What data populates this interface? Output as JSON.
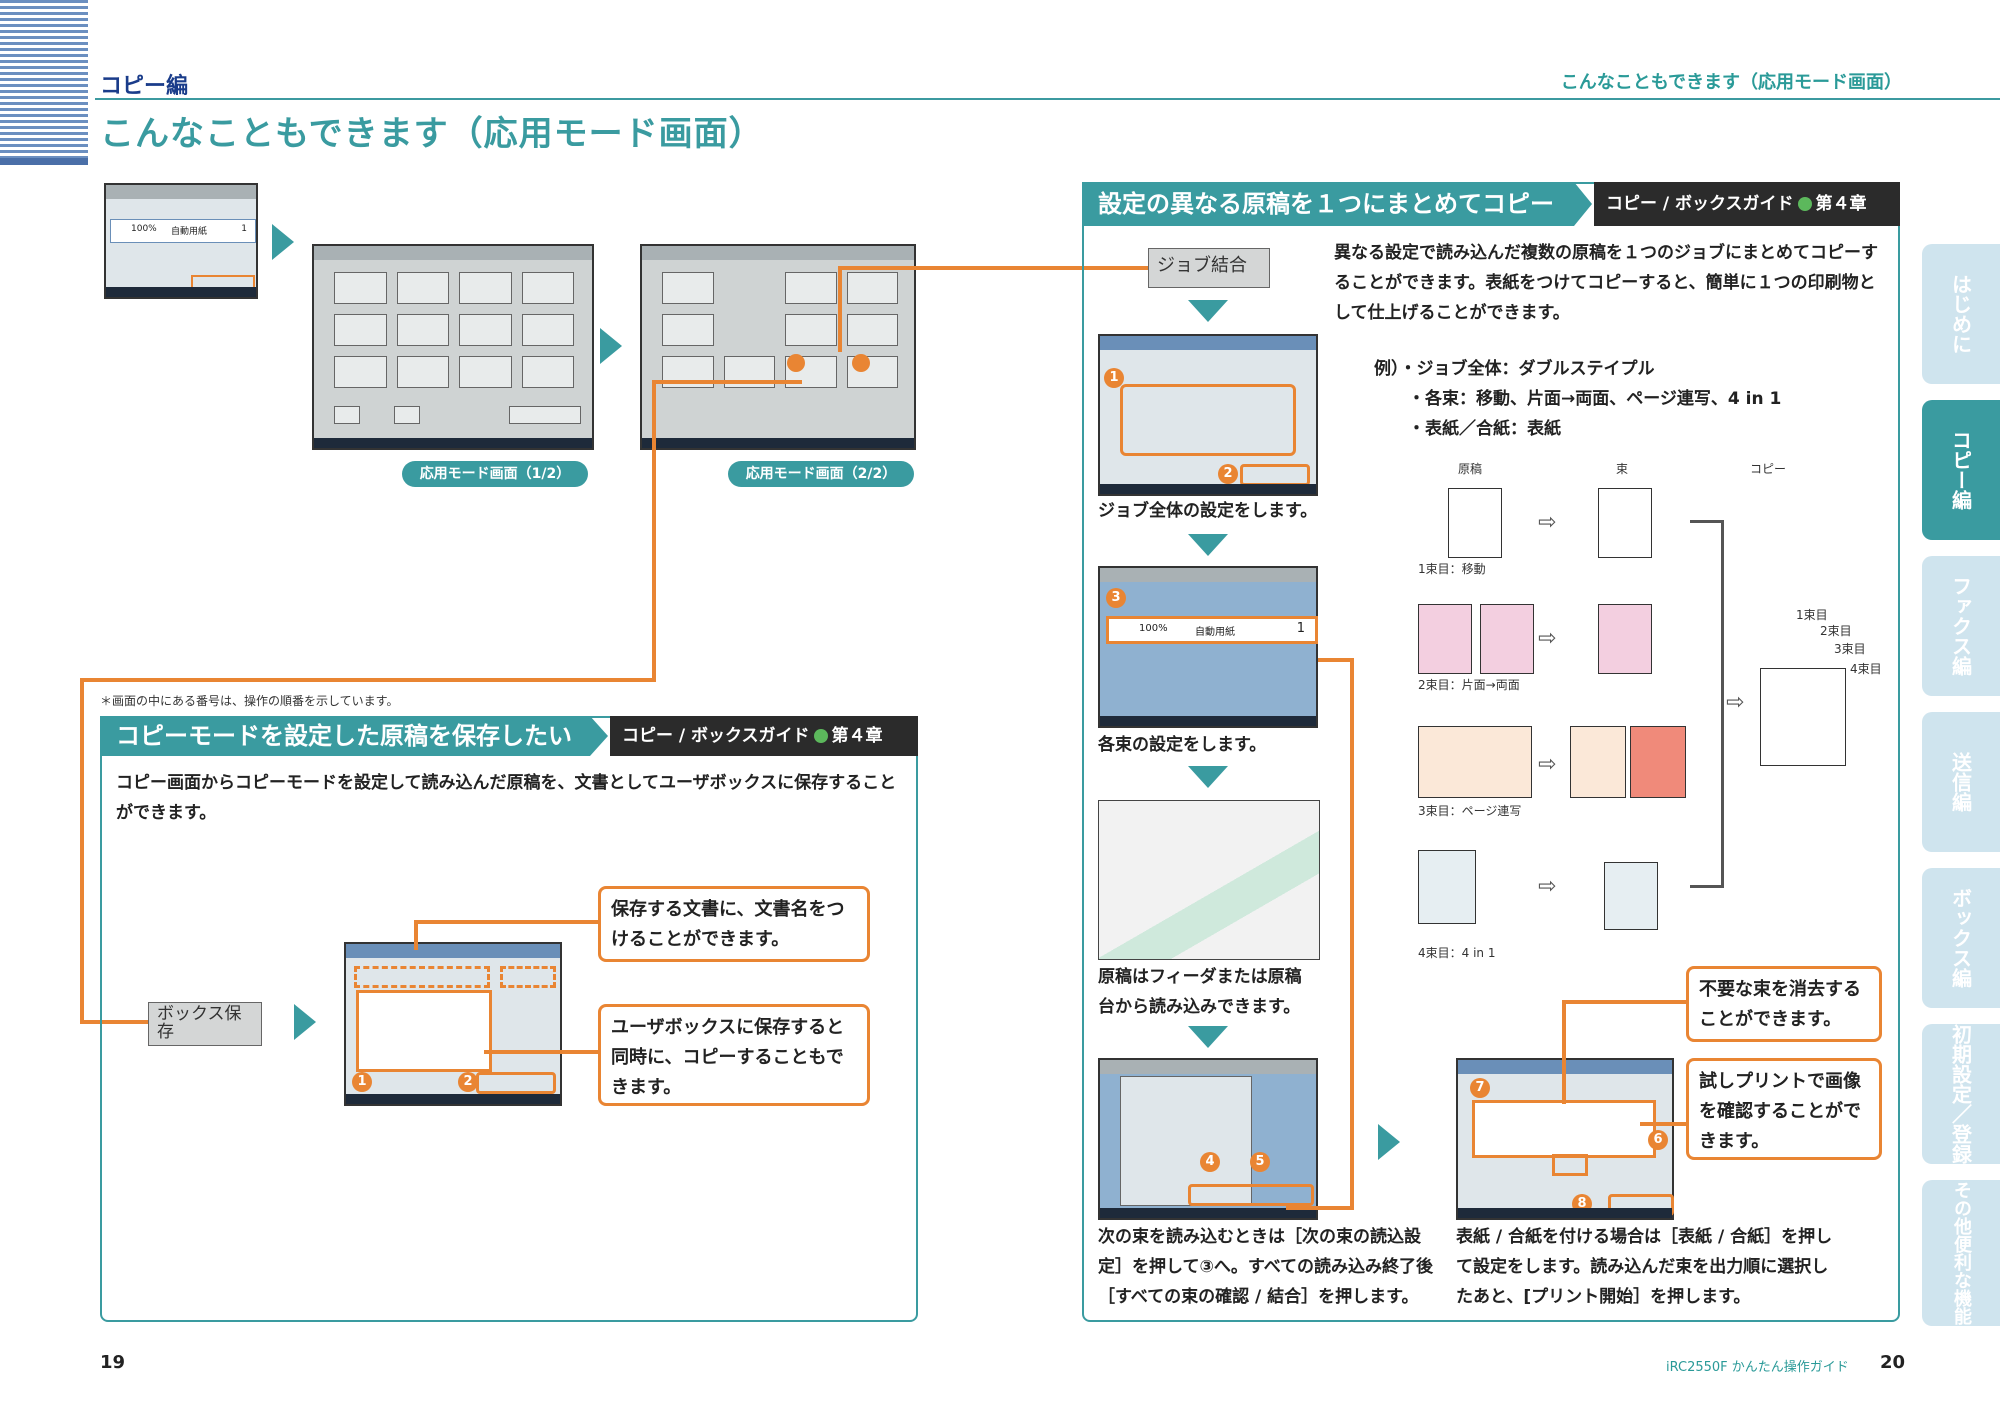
{
  "header": {
    "section_left": "コピー編",
    "section_right": "こんなこともできます（応用モード画面）",
    "page_title": "こんなこともできます（応用モード画面）"
  },
  "top_flow": {
    "screen1_magnification": "100%",
    "screen1_paper": "自動用紙",
    "screen1_copies": "1",
    "screen2_label": "応用モード画面（1/2）",
    "screen3_label": "応用モード画面（2/2）"
  },
  "note": "＊画面の中にある番号は、操作の順番を示しています。",
  "left_section": {
    "title": "コピーモードを設定した原稿を保存したい",
    "guide_prefix": "コピー / ボックスガイド",
    "guide_chapter": "第４章",
    "body": "コピー画面からコピーモードを設定して読み込んだ原稿を、文書としてユーザボックスに保存することができます。",
    "button_label": "ボックス保存",
    "callout1": "保存する文書に、文書名をつけることができます。",
    "callout2": "ユーザボックスに保存すると同時に、コピーすることもできます。"
  },
  "right_section": {
    "title": "設定の異なる原稿を１つにまとめてコピーしたい",
    "guide_prefix": "コピー / ボックスガイド",
    "guide_chapter": "第４章",
    "button_label": "ジョブ結合",
    "body": "異なる設定で読み込んだ複数の原稿を１つのジョブにまとめてコピーすることができます。表紙をつけてコピーすると、簡単に１つの印刷物として仕上げることができます。",
    "example_lines": [
      "例）・ジョブ全体：ダブルステイプル",
      "・各束：移動、片面→両面、ページ連写、4 in 1",
      "・表紙／合紙：表紙"
    ],
    "col_headers": [
      "原稿",
      "束",
      "コピー"
    ],
    "bundle_labels": [
      "1束目：移動",
      "2束目：片面→両面",
      "3束目：ページ連写",
      "4束目：4 in 1"
    ],
    "stack_labels": [
      "1束目",
      "2束目",
      "3束目",
      "4束目"
    ],
    "step_captions": [
      "ジョブ全体の設定をします。",
      "各束の設定をします。",
      "原稿はフィーダまたは原稿台から読み込みできます。",
      "次の束を読み込むときは［次の束の読込設定］を押して③へ。すべての読み込み終了後［すべての束の確認 / 結合］を押します。",
      "表紙 / 合紙を付ける場合は［表紙 / 合紙］を押して設定をします。読み込んだ束を出力順に選択したあと、[プリント開始］を押します。"
    ],
    "callout_delete": "不要な束を消去することができます。",
    "callout_test": "試しプリントで画像を確認することができます。",
    "screen_magnification": "100%",
    "screen_paper": "自動用紙",
    "screen_copies": "1"
  },
  "side_tabs": [
    "はじめに",
    "コピー編",
    "ファクス編",
    "送信編",
    "ボックス編",
    "初期設定／登録",
    "その他便利な機能"
  ],
  "footer": {
    "page_left": "19",
    "product": "iRC2550F かんたん操作ガイド",
    "page_right": "20"
  },
  "colors": {
    "accent": "#3a9ba0",
    "orange": "#e98533",
    "navy": "#1a3c8a",
    "tab_inactive": "#cfe4ee"
  }
}
